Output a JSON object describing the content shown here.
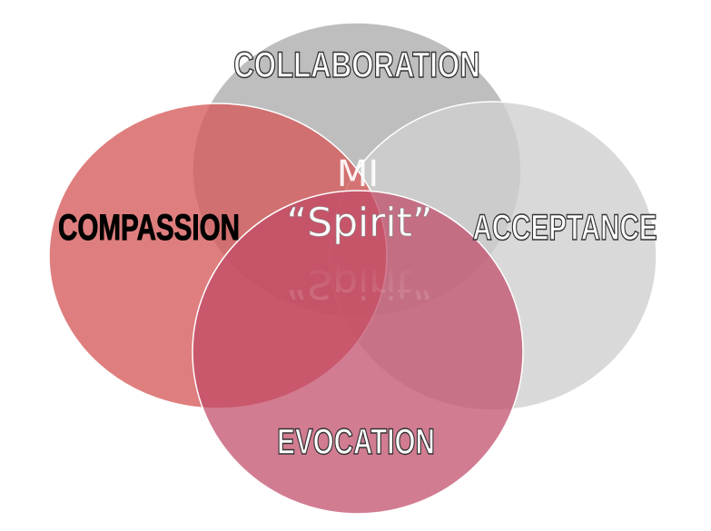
{
  "diagram": {
    "center_title": "MI",
    "center_subtitle": "“Spirit”",
    "circles": [
      {
        "label": "COLLABORATION",
        "color": "#a8a8a8"
      },
      {
        "label": "COMPASSION",
        "color": "#d65a5a"
      },
      {
        "label": "ACCEPTANCE",
        "color": "#cfcfcf"
      },
      {
        "label": "EVOCATION",
        "color": "#c04a66"
      }
    ]
  }
}
